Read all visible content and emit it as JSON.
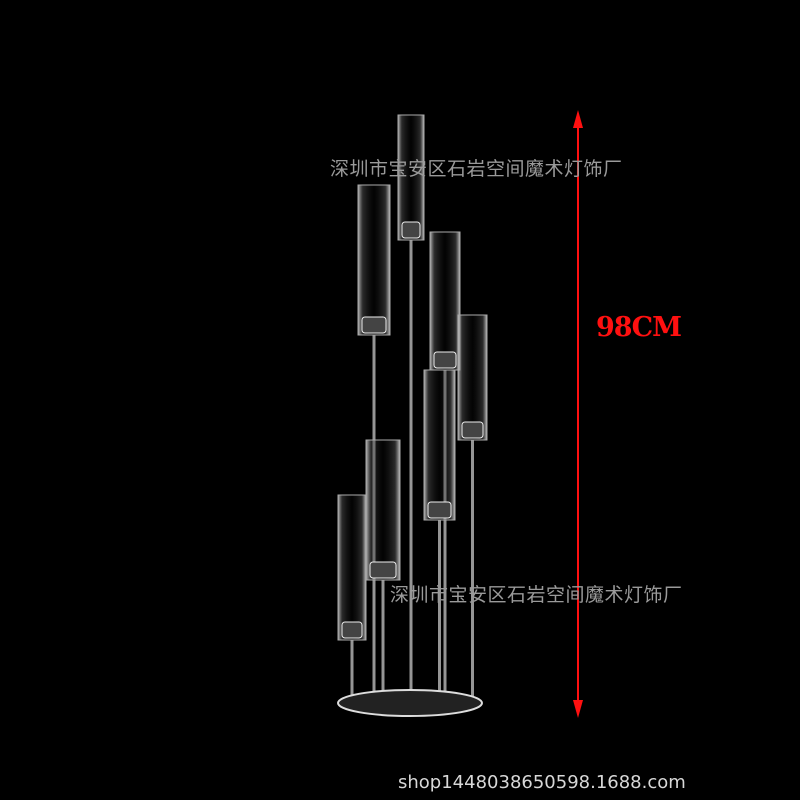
{
  "watermark": "深圳市宝安区石岩空间魔术灯饰厂",
  "dimension": {
    "label": "98CM",
    "color": "#ff1010"
  },
  "shop_url": "shop1448038650598.1688.com"
}
